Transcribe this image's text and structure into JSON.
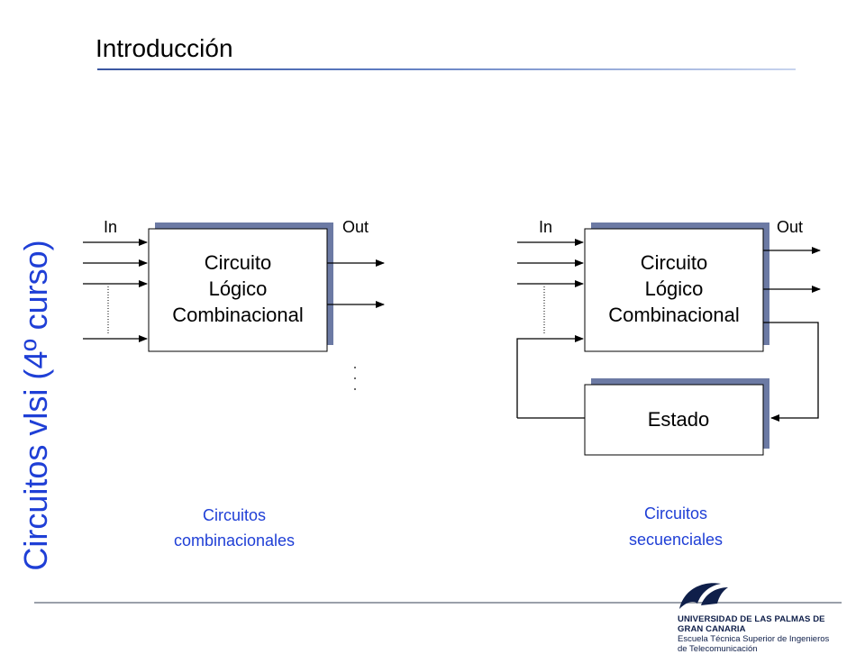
{
  "slide": {
    "title": "Introducción",
    "side_title": "Circuitos vlsi (4º curso)"
  },
  "combinational": {
    "in_label": "In",
    "out_label": "Out",
    "block_lines": [
      "Circuito",
      "Lógico",
      "Combinacional"
    ],
    "caption_lines": [
      "Circuitos",
      "combinacionales"
    ]
  },
  "sequential": {
    "in_label": "In",
    "out_label": "Out",
    "block_lines": [
      "Circuito",
      "Lógico",
      "Combinacional"
    ],
    "state_label": "Estado",
    "caption_lines": [
      "Circuitos",
      "secuenciales"
    ]
  },
  "logo": {
    "line1": "UNIVERSIDAD DE LAS PALMAS DE GRAN CANARIA",
    "line2": "Escuela Técnica Superior de Ingenieros",
    "line3": "de Telecomunicación",
    "color": "#0f1f4a"
  }
}
